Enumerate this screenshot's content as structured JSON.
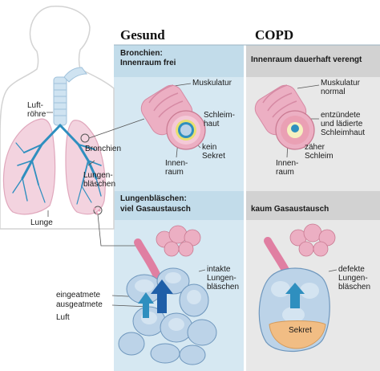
{
  "colors": {
    "healthy_panel": "#d6e8f2",
    "healthy_header": "#c2dcea",
    "copd_panel": "#e8e8e8",
    "copd_header": "#d2d2d2",
    "tissue_pink": "#ecafc3",
    "airway_blue": "#bcd3e8",
    "vessel_blue": "#2f8fbf",
    "mucus_yellow": "#e8e070",
    "secretion_orange": "#f1bd84"
  },
  "headers": {
    "healthy": "Gesund",
    "copd": "COPD"
  },
  "bronchi_section": {
    "healthy_title_1": "Bronchien:",
    "healthy_title_2": "Innenraum frei",
    "copd_title": "Innenraum dauerhaft verengt"
  },
  "alveoli_section": {
    "healthy_title_1": "Lungenbläschen:",
    "healthy_title_2": "viel Gasaustausch",
    "copd_title": "kaum Gasaustausch"
  },
  "anatomy_labels": {
    "trachea_1": "Luft-",
    "trachea_2": "röhre",
    "bronchi": "Bronchien",
    "alveoli_1": "Lungen-",
    "alveoli_2": "bläschen",
    "lung": "Lunge"
  },
  "healthy_bronchus_labels": {
    "muscle": "Muskulatur",
    "mucosa_1": "Schleim-",
    "mucosa_2": "haut",
    "no_secretion_1": "kein",
    "no_secretion_2": "Sekret",
    "lumen_1": "Innen-",
    "lumen_2": "raum"
  },
  "copd_bronchus_labels": {
    "muscle_1": "Muskulatur",
    "muscle_2": "normal",
    "mucosa_1": "entzündete",
    "mucosa_2": "und lädierte",
    "mucosa_3": "Schleimhaut",
    "mucus_1": "zäher",
    "mucus_2": "Schleim",
    "lumen_1": "Innen-",
    "lumen_2": "raum"
  },
  "healthy_alveoli_labels": {
    "intact_1": "intakte",
    "intact_2": "Lungen-",
    "intact_3": "bläschen",
    "inhaled": "eingeatmete",
    "exhaled": "ausgeatmete",
    "air": "Luft"
  },
  "copd_alveoli_labels": {
    "defect_1": "defekte",
    "defect_2": "Lungen-",
    "defect_3": "bläschen",
    "secretion": "Sekret"
  }
}
